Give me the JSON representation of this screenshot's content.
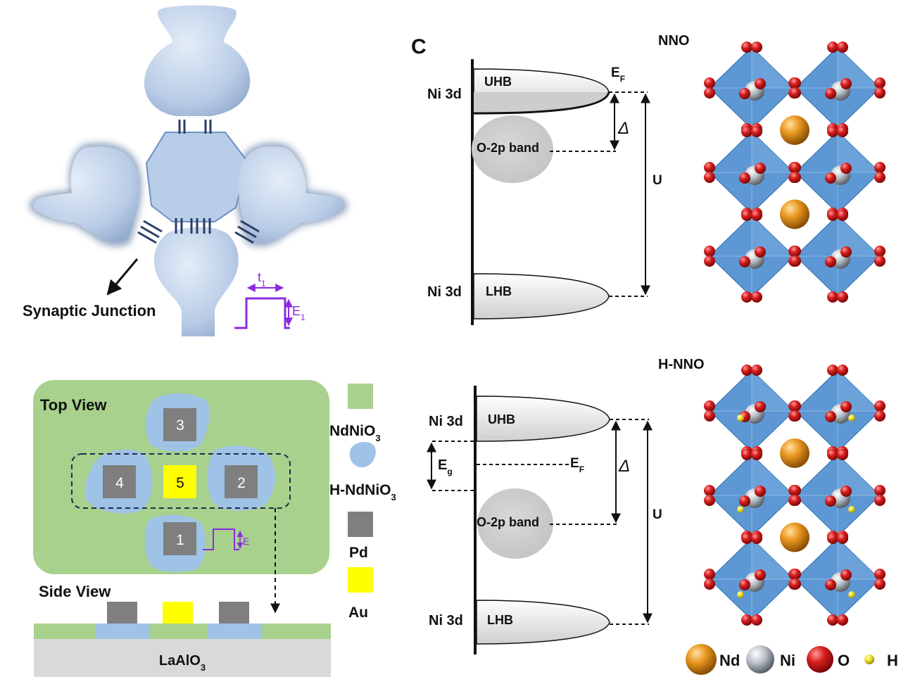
{
  "panel_label": "C",
  "neuron": {
    "junction_label": "Synaptic Junction",
    "pulse_width_label": "t",
    "pulse_width_sub": "1",
    "pulse_height_label": "E",
    "pulse_height_sub": "1"
  },
  "device": {
    "top_view_label": "Top View",
    "side_view_label": "Side View",
    "pad_numbers": [
      "3",
      "4",
      "5",
      "2",
      "1"
    ],
    "pulse_label": "E",
    "substrate_label": "LaAlO",
    "substrate_sub": "3"
  },
  "legend": {
    "nnio3": "NdNiO",
    "nnio3_sub": "3",
    "hnnio3": "H-NdNiO",
    "hnnio3_sub": "3",
    "pd": "Pd",
    "au": "Au"
  },
  "band_top": {
    "uhb": "UHB",
    "lhb": "LHB",
    "o2p": "O-2p band",
    "ni_upper": "Ni 3d",
    "ni_lower": "Ni 3d",
    "fermi": "E",
    "fermi_sub": "F",
    "delta": "Δ",
    "u": "U"
  },
  "band_bottom": {
    "uhb": "UHB",
    "lhb": "LHB",
    "o2p": "O-2p band",
    "ni_upper": "Ni 3d",
    "ni_lower": "Ni 3d",
    "fermi": "E",
    "fermi_sub": "F",
    "gap": "E",
    "gap_sub": "g",
    "delta": "Δ",
    "u": "U"
  },
  "crystal": {
    "nno_title": "NNO",
    "hnno_title": "H-NNO",
    "atoms": [
      {
        "label": "Nd",
        "color": "#e8961e"
      },
      {
        "label": "Ni",
        "color": "#b8bec6"
      },
      {
        "label": "O",
        "color": "#d81e1e"
      },
      {
        "label": "H",
        "color": "#ece12c"
      }
    ]
  },
  "colors": {
    "neuron": "#b9cce6",
    "nnio3": "#a8d18d",
    "hnnio3": "#9fc3e6",
    "pd": "#7f7f7f",
    "au": "#ffff00",
    "pulse": "#8a2be2",
    "octahedron": "#4f8fd0",
    "band_fill": "#d3d3d3"
  }
}
